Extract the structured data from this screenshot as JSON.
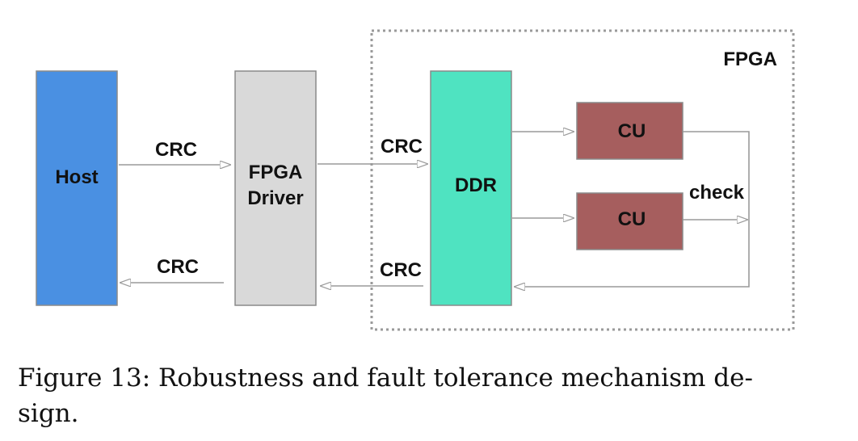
{
  "diagram": {
    "region": {
      "label": "FPGA"
    },
    "nodes": {
      "host": {
        "label": "Host",
        "color": "#4a90e2"
      },
      "driver": {
        "line1": "FPGA",
        "line2": "Driver",
        "color": "#d9d9d9"
      },
      "ddr": {
        "label": "DDR",
        "color": "#4fe3c1"
      },
      "cu1": {
        "label": "CU",
        "color": "#a65e5e"
      },
      "cu2": {
        "label": "CU",
        "color": "#a65e5e"
      }
    },
    "edges": {
      "host_to_driver": "CRC",
      "driver_to_ddr": "CRC",
      "driver_to_host": "CRC",
      "ddr_to_driver": "CRC",
      "cu_check": "check"
    },
    "colors": {
      "arrow": "#9a9a9a",
      "box_border": "#8a8a8a",
      "region_border": "#9a9a9a"
    }
  },
  "caption": {
    "line1": "Figure 13:  Robustness and fault tolerance mechanism de-",
    "line2": "sign."
  }
}
